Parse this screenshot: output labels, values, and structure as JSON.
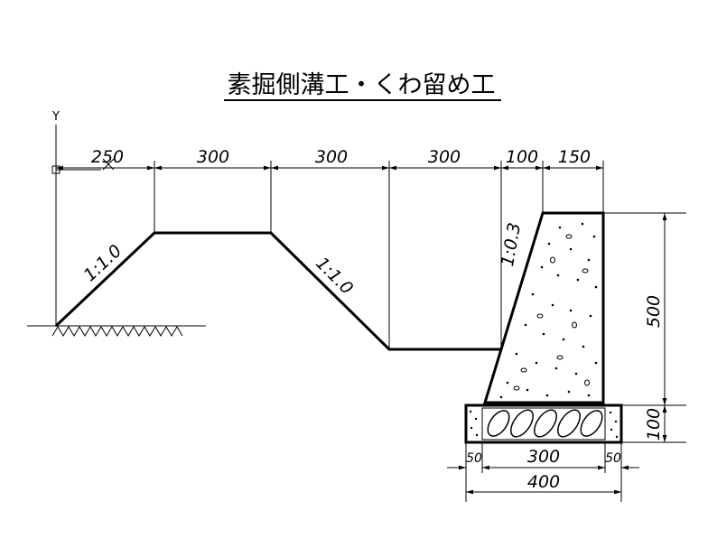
{
  "title": "素掘側溝工・くわ留め工",
  "axis": {
    "y_label": "Y"
  },
  "top_dimensions": [
    "250",
    "300",
    "300",
    "300",
    "100",
    "150"
  ],
  "slopes": {
    "left": "1:1.0",
    "middle": "1:1.0",
    "wall": "1:0.3"
  },
  "right_dimensions": {
    "wall_height": "500",
    "base_height": "100"
  },
  "bottom_dimensions": {
    "left_margin": "50",
    "inner": "300",
    "right_margin": "50",
    "total": "400"
  }
}
